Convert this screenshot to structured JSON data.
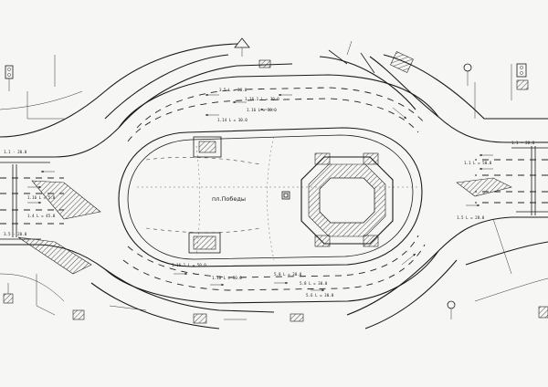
{
  "plan": {
    "square_label": "пл.Победы"
  },
  "lane_labels": [
    {
      "id": "n1",
      "text": "3.5  L = 30.0"
    },
    {
      "id": "n2",
      "text": "1.16.1 L = 30.0"
    },
    {
      "id": "n3",
      "text": "1.16 L = 30.0"
    },
    {
      "id": "n4",
      "text": "1.14 L = 30.0"
    },
    {
      "id": "s1",
      "text": "1.16.1 L = 50.0"
    },
    {
      "id": "s2",
      "text": "1.16 L = 50.0"
    },
    {
      "id": "s3",
      "text": "5.8 L = 30.0"
    },
    {
      "id": "s4",
      "text": "5.8 L = 30.0"
    },
    {
      "id": "s5",
      "text": "5.6 L = 30.0"
    },
    {
      "id": "e1",
      "text": "1.1 - 20.0"
    },
    {
      "id": "e2",
      "text": "1.1 L = 50.0"
    },
    {
      "id": "e3",
      "text": "1.5 L = 28.0"
    },
    {
      "id": "w1",
      "text": "1.1 - 20.0"
    },
    {
      "id": "w2",
      "text": "1.16 L = 5.0"
    },
    {
      "id": "w3",
      "text": "1.4 L = 45.0"
    },
    {
      "id": "w4",
      "text": "3.5 - 20.0"
    }
  ],
  "icons": [
    "traffic-light-icon",
    "road-sign-icon",
    "pedestrian-crossing-icon",
    "monument-icon",
    "arrow-icon"
  ]
}
